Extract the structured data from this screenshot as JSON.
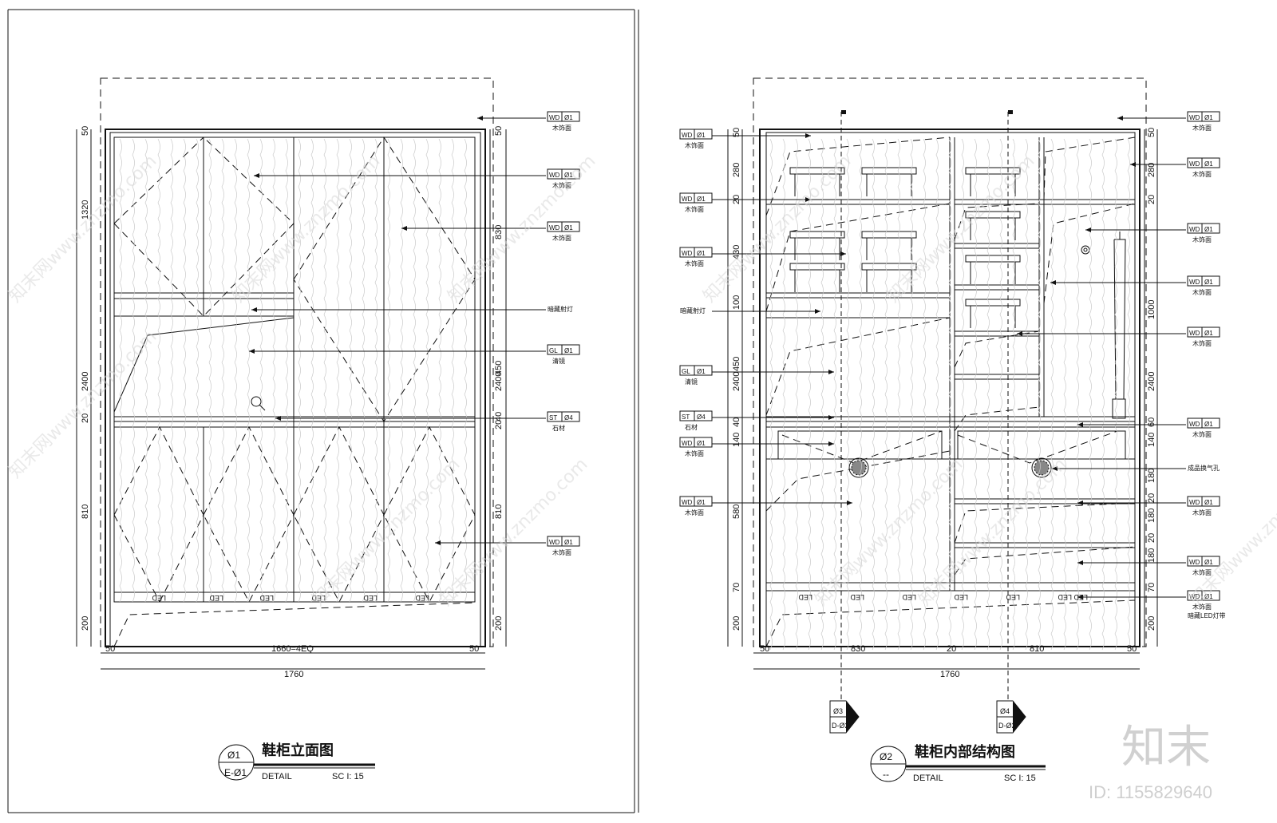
{
  "left_panel": {
    "title": "鞋柜立面图",
    "detail_number": "Ø1",
    "sheet_ref": "E-Ø1",
    "detail_label": "DETAIL",
    "scale": "SC I: 15",
    "dims_left": [
      "50",
      "1320",
      "20",
      "810",
      "200",
      "2400"
    ],
    "dims_right": [
      "50",
      "830",
      "450",
      "40",
      "20",
      "810",
      "200",
      "2400"
    ],
    "dims_bottom": [
      "50",
      "1660=4EQ",
      "50",
      "1760"
    ],
    "led": "LED",
    "tags": [
      {
        "code": "WD",
        "num": "Ø1",
        "desc": "木饰面"
      },
      {
        "code": "WD",
        "num": "Ø1",
        "desc": "木饰面"
      },
      {
        "code": "WD",
        "num": "Ø1",
        "desc": "木饰面"
      },
      {
        "code": "",
        "num": "",
        "desc": "暗藏射灯"
      },
      {
        "code": "GL",
        "num": "Ø1",
        "desc": "清镜"
      },
      {
        "code": "ST",
        "num": "Ø4",
        "desc": "石材"
      },
      {
        "code": "WD",
        "num": "Ø1",
        "desc": "木饰面"
      }
    ]
  },
  "right_panel": {
    "title": "鞋柜内部结构图",
    "detail_number": "Ø2",
    "sheet_ref": "--",
    "detail_label": "DETAIL",
    "scale": "SC I: 15",
    "dims_left": [
      "50",
      "280",
      "20",
      "430",
      "100",
      "450",
      "40",
      "140",
      "580",
      "70",
      "200",
      "2400"
    ],
    "dims_right": [
      "50",
      "280",
      "20",
      "1000",
      "60",
      "140",
      "180",
      "20",
      "180",
      "20",
      "180",
      "70",
      "200",
      "2400"
    ],
    "dims_bottom": [
      "50",
      "830",
      "20",
      "810",
      "50",
      "1760"
    ],
    "section_markers": [
      {
        "num": "Ø3",
        "ref": "D-Ø2"
      },
      {
        "num": "Ø4",
        "ref": "D-Ø2"
      }
    ],
    "led": "LED",
    "tags_left": [
      {
        "code": "WD",
        "num": "Ø1",
        "desc": "木饰面"
      },
      {
        "code": "WD",
        "num": "Ø1",
        "desc": "木饰面"
      },
      {
        "code": "WD",
        "num": "Ø1",
        "desc": "木饰面"
      },
      {
        "code": "",
        "num": "",
        "desc": "暗藏射灯"
      },
      {
        "code": "GL",
        "num": "Ø1",
        "desc": "清镜"
      },
      {
        "code": "ST",
        "num": "Ø4",
        "desc": "石材"
      },
      {
        "code": "WD",
        "num": "Ø1",
        "desc": "木饰面"
      },
      {
        "code": "WD",
        "num": "Ø1",
        "desc": "木饰面"
      }
    ],
    "tags_right": [
      {
        "code": "WD",
        "num": "Ø1",
        "desc": "木饰面"
      },
      {
        "code": "WD",
        "num": "Ø1",
        "desc": "木饰面"
      },
      {
        "code": "WD",
        "num": "Ø1",
        "desc": "木饰面"
      },
      {
        "code": "WD",
        "num": "Ø1",
        "desc": "木饰面"
      },
      {
        "code": "WD",
        "num": "Ø1",
        "desc": "木饰面"
      },
      {
        "code": "WD",
        "num": "Ø1",
        "desc": "木饰面"
      },
      {
        "code": "",
        "num": "",
        "desc": "成品换气孔"
      },
      {
        "code": "WD",
        "num": "Ø1",
        "desc": "木饰面"
      },
      {
        "code": "WD",
        "num": "Ø1",
        "desc": "木饰面"
      },
      {
        "code": "WD",
        "num": "Ø1",
        "desc": "木饰面"
      },
      {
        "code": "",
        "num": "",
        "desc": "暗藏LED灯带"
      }
    ]
  },
  "branding": {
    "logo_text": "知末",
    "id_text": "ID: 1155829640",
    "watermark": "知末网www.znzmo.com"
  }
}
